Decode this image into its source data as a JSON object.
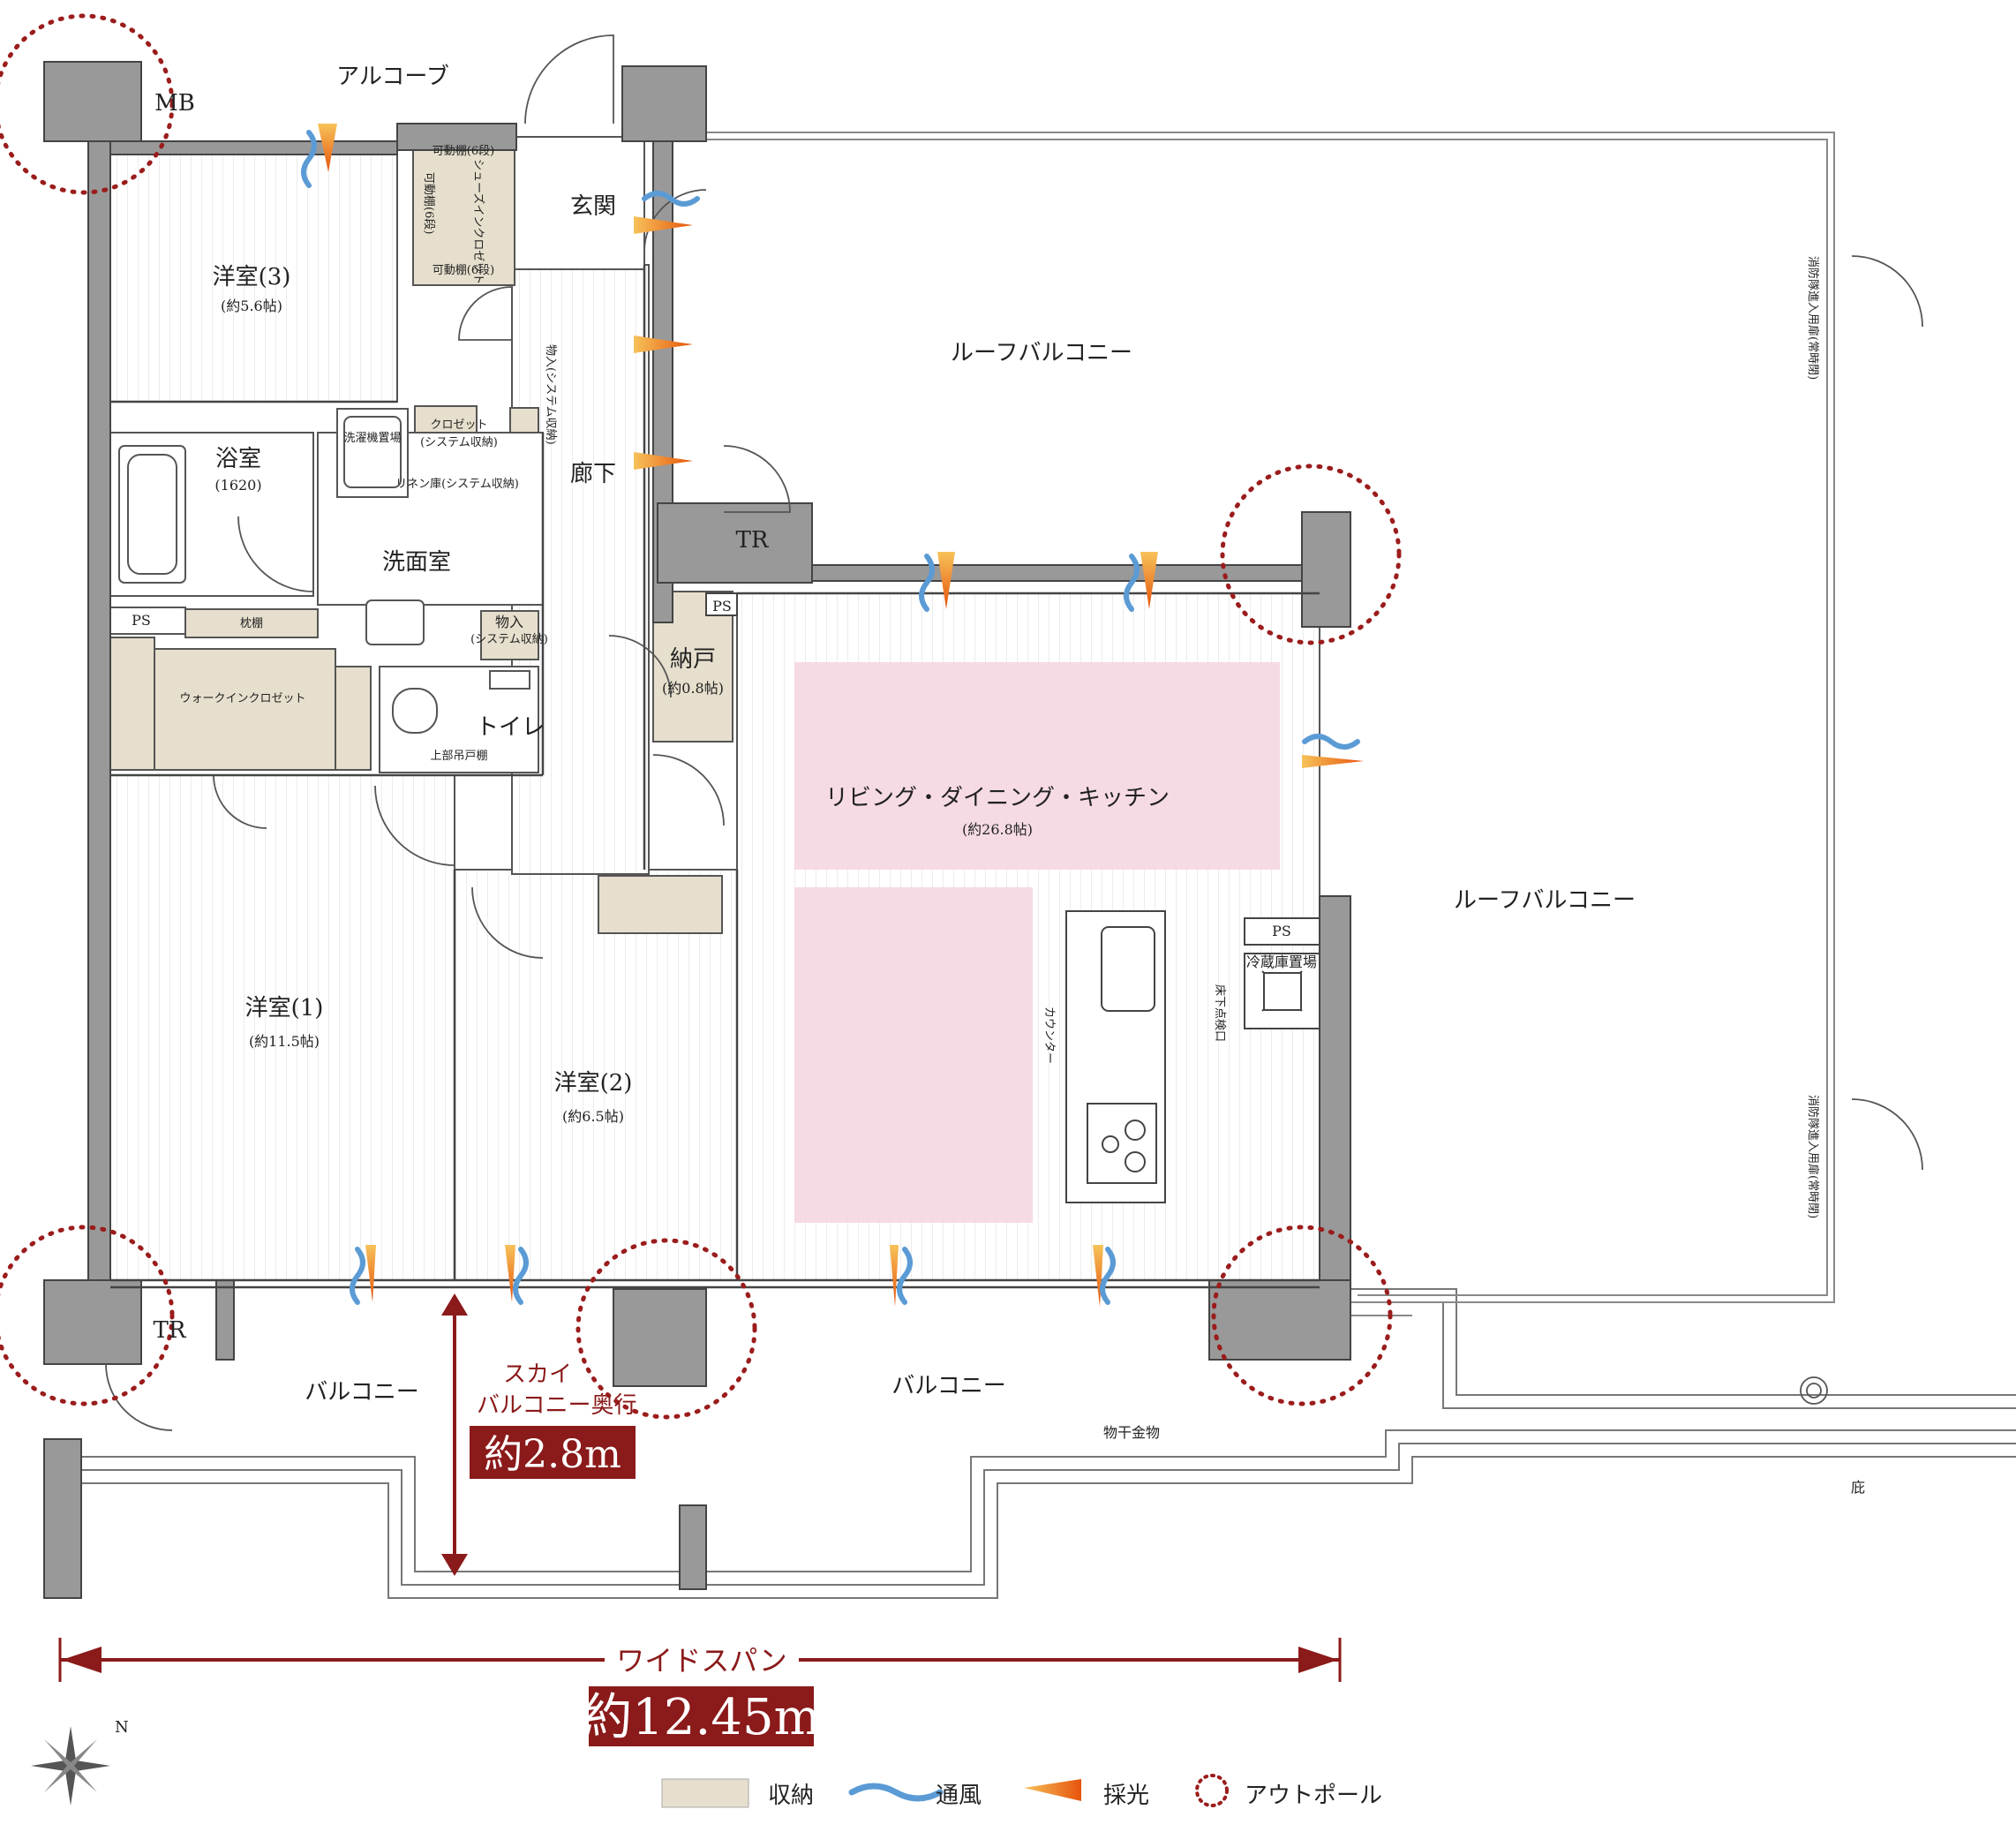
{
  "labels": {
    "alcove": "アルコーブ",
    "mb": "MB",
    "genkan": "玄関",
    "room3": "洋室(3)",
    "room3_size": "(約5.6帖)",
    "shelf_6a": "可動棚(6段)",
    "shelf_6b": "可動棚(6段)",
    "shelf_6c": "可動棚(6段)",
    "shoes_closet": "シューズインクロゼット",
    "monoire_sys": "物入(システム収納)",
    "closet_sys": "クロゼット",
    "sys_storage": "(システム収納)",
    "washer": "洗濯機置場",
    "linen": "リネン庫(システム収納)",
    "bath": "浴室",
    "bath_size": "(1620)",
    "washroom": "洗面室",
    "corridor": "廊下",
    "ps": "PS",
    "pillow_shelf": "枕棚",
    "walkin": "ウォークインクロゼット",
    "monoire2": "物入",
    "monoire2_sys": "(システム収納)",
    "toilet": "トイレ",
    "upper_cabinet": "上部吊戸棚",
    "nando": "納戸",
    "nando_size": "(約0.8帖)",
    "tr": "TR",
    "ldk": "リビング・ダイニング・キッチン",
    "ldk_size": "(約26.8帖)",
    "roof_balcony": "ルーフバルコニー",
    "fire_door": "消防隊進入用扉(常時閉)",
    "fridge": "冷蔵庫置場",
    "floor_hatch": "床下点検口",
    "counter": "カウンター",
    "room1": "洋室(1)",
    "room1_size": "(約11.5帖)",
    "room2": "洋室(2)",
    "room2_size": "(約6.5帖)",
    "balcony": "バルコニー",
    "drying": "物干金物",
    "eaves": "庇",
    "sky_balcony": "スカイ",
    "sky_balcony2": "バルコニー奥行",
    "sky_depth": "約2.8m",
    "wide_span": "ワイドスパン",
    "span_value": "約12.45m"
  },
  "legend": [
    {
      "icon": "storage-swatch",
      "label": "収納"
    },
    {
      "icon": "ventilation-icon",
      "label": "通風"
    },
    {
      "icon": "daylight-icon",
      "label": "採光"
    },
    {
      "icon": "outpole-icon",
      "label": "アウトポール"
    }
  ],
  "colors": {
    "wall": "#999999",
    "storage": "#e6dfcd",
    "ldk_highlight": "#f5d5e0",
    "accent_red": "#8b1a1a",
    "wind_blue": "#5b9bd5",
    "light_orange": "#e8850c"
  },
  "compass": "N"
}
